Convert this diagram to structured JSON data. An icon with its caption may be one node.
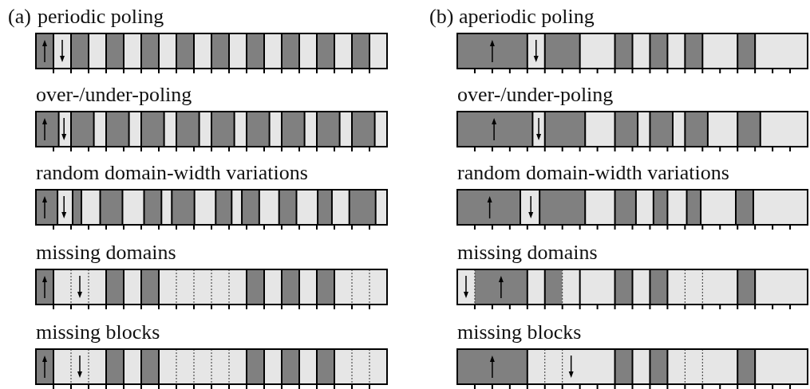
{
  "diagram": {
    "labels": [
      "(a)",
      "periodic poling",
      "over-/under-poling",
      "random domain-width variations",
      "missing domains",
      "missing blocks",
      "(b)",
      "aperiodic poling",
      "over-/under-poling",
      "random domain-width variations",
      "missing domains",
      "missing blocks"
    ]
  }
}
